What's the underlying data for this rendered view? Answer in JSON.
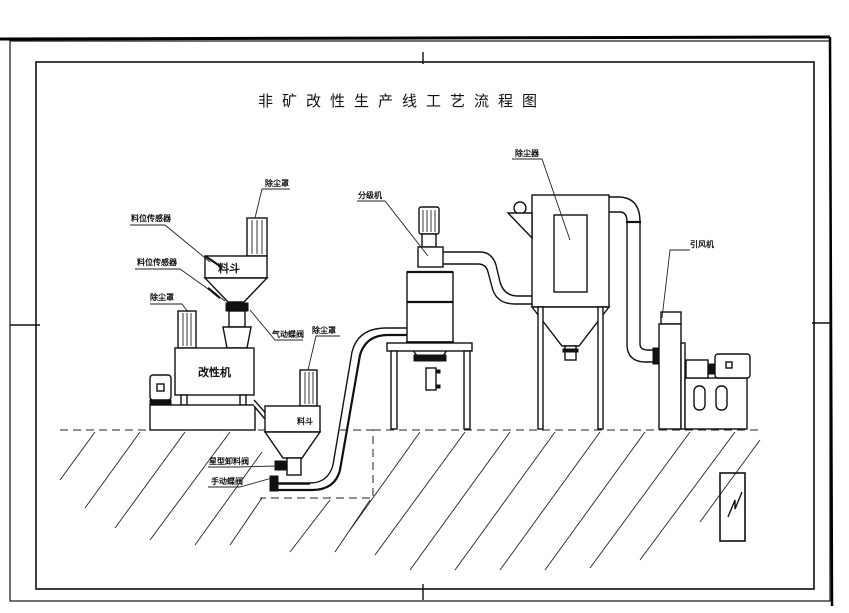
{
  "title": "非矿改性生产线工艺流程图",
  "labels": {
    "dust_collector_top": "除尘罩",
    "material_sensor_upper": "料位传感器",
    "material_sensor_lower": "料位传感器",
    "hopper_upper": "料斗",
    "dust_cover_left": "除尘罩",
    "pneumatic_valve": "气动蝶阀",
    "dust_collector_mid": "除尘罩",
    "modifier": "改性机",
    "hopper_lower": "料斗",
    "star_valve": "星型卸料阀",
    "manual_valve": "手动蝶阀",
    "classifier": "分级机",
    "bag_filter": "除尘器",
    "induced_fan": "引风机"
  },
  "north_symbol": "N"
}
